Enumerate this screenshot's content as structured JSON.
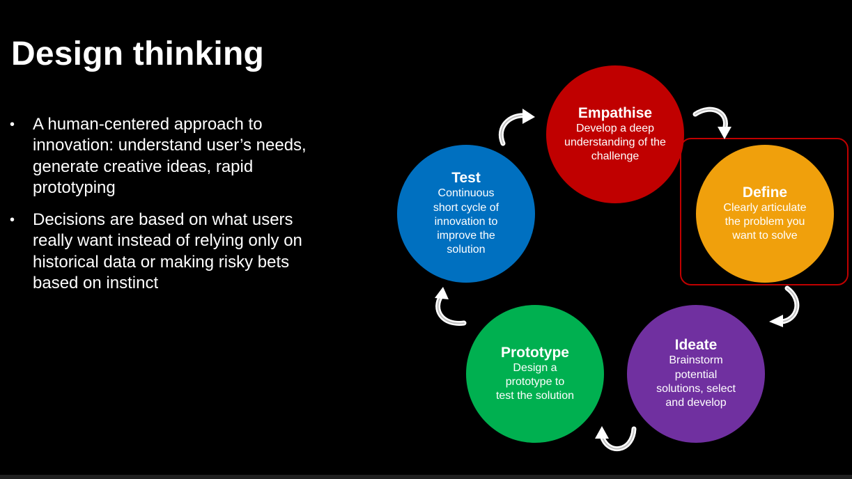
{
  "slide": {
    "title": "Design thinking",
    "bullets": [
      "A human-centered approach to innovation: understand user’s needs, generate creative ideas, rapid prototyping",
      "Decisions are based on what users really want instead of relying only on historical data or making risky bets based on instinct"
    ]
  },
  "diagram": {
    "stages": [
      {
        "id": "empathise",
        "title": "Empathise",
        "description": "Develop a deep understanding of the challenge",
        "color": "#c00000"
      },
      {
        "id": "define",
        "title": "Define",
        "description": "Clearly articulate the problem you want to solve",
        "color": "#f0a00c"
      },
      {
        "id": "ideate",
        "title": "Ideate",
        "description": "Brainstorm potential solutions, select and develop",
        "color": "#7030a0"
      },
      {
        "id": "prototype",
        "title": "Prototype",
        "description": "Design a prototype to test the solution",
        "color": "#00b050"
      },
      {
        "id": "test",
        "title": "Test",
        "description": "Continuous short cycle of innovation to improve the solution",
        "color": "#0070c0"
      }
    ],
    "highlighted_stage": "define",
    "highlight_color": "#c00000",
    "arrow_icon": "curved-arrow-icon"
  }
}
